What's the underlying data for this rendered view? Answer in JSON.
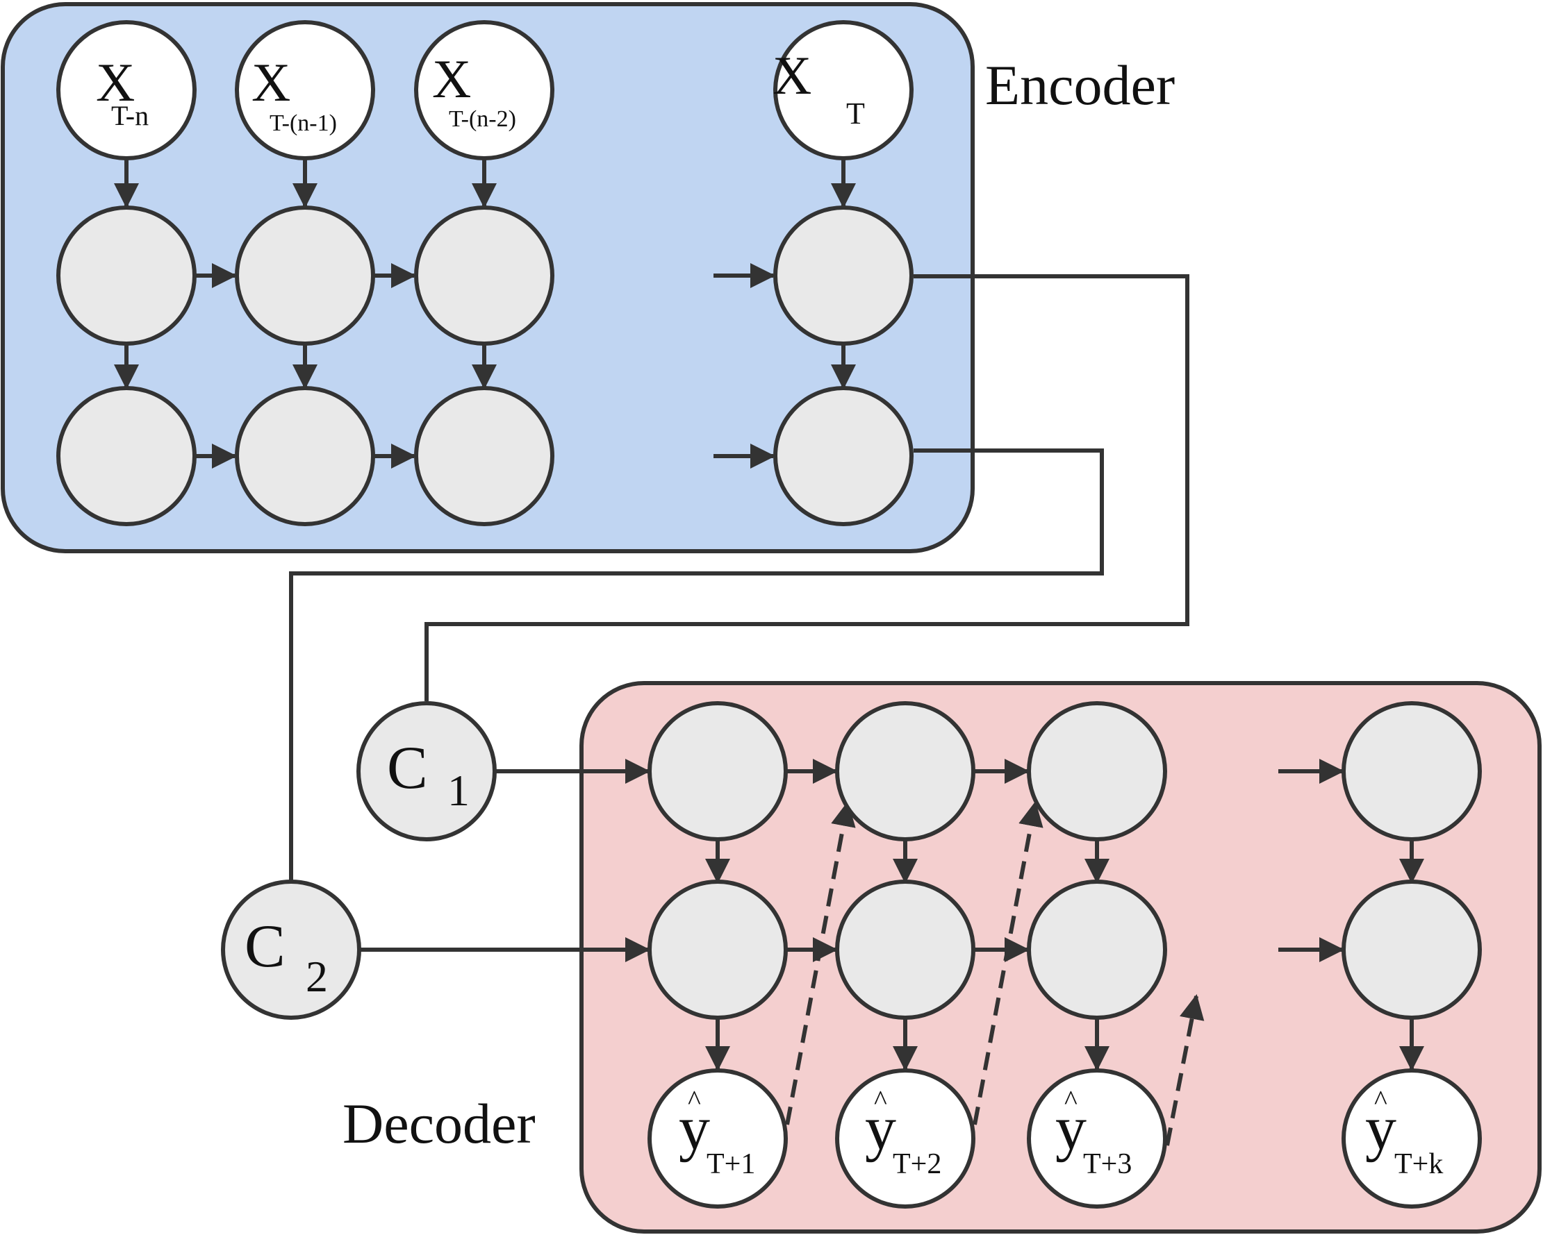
{
  "encoder": {
    "title": "Encoder",
    "inputs": [
      {
        "main": "X",
        "sub": "T-n"
      },
      {
        "main": "X",
        "sub": "T-(n-1)"
      },
      {
        "main": "X",
        "sub": "T-(n-2)"
      },
      {
        "main": "X",
        "sub": "T"
      }
    ]
  },
  "decoder": {
    "title": "Decoder",
    "outputs": [
      {
        "hat": "^",
        "main": "y",
        "sub": "T+1"
      },
      {
        "hat": "^",
        "main": "y",
        "sub": "T+2"
      },
      {
        "hat": "^",
        "main": "y",
        "sub": "T+3"
      },
      {
        "hat": "^",
        "main": "y",
        "sub": "T+k"
      }
    ]
  },
  "context": [
    {
      "main": "C",
      "sub": "1"
    },
    {
      "main": "C",
      "sub": "2"
    }
  ],
  "colors": {
    "encoder_fill": "#c0d5f2",
    "decoder_fill": "#f4cfcf",
    "hidden_node": "#e9e9e9",
    "io_node": "#ffffff",
    "stroke": "#333333"
  }
}
